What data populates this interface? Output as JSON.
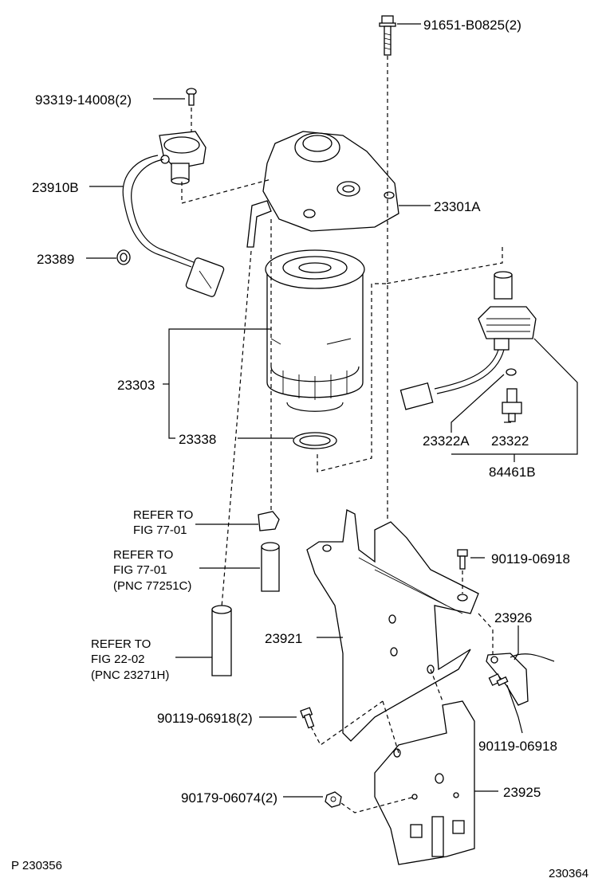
{
  "labels": {
    "bolt_top": "91651-B0825(2)",
    "screw_sensor": "93319-14008(2)",
    "sensor": "23910B",
    "filter_head": "23301A",
    "clamp": "23389",
    "filter": "23303",
    "gasket": "23338",
    "switch_oring": "23322A",
    "switch": "23322",
    "switch_assy": "84461B",
    "refer1_line1": "REFER TO",
    "refer1_line2": "FIG  77-01",
    "refer2_line1": "REFER TO",
    "refer2_line2": "FIG   77-01",
    "refer2_line3": "(PNC 77251C)",
    "refer3_line1": "REFER TO",
    "refer3_line2": "FIG   22-02",
    "refer3_line3": "(PNC 23271H)",
    "bolt_bracket_top": "90119-06918",
    "clip": "23926",
    "bracket": "23921",
    "bolt_bracket_left": "90119-06918(2)",
    "bolt_clip": "90119-06918",
    "nut": "90179-06074(2)",
    "plate": "23925",
    "page_left": "P 230356",
    "page_right": "230364"
  }
}
